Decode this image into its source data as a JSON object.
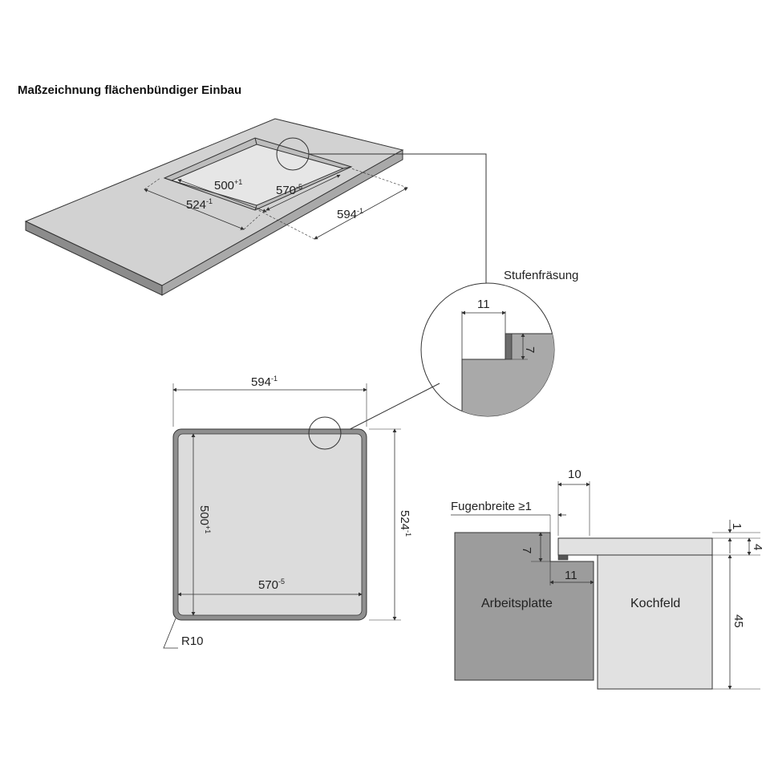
{
  "title": "Maßzeichnung flächenbündiger Einbau",
  "perspective": {
    "dim_500": {
      "base": "500",
      "sup": "+1"
    },
    "dim_570": {
      "base": "570",
      "sup": "-5"
    },
    "dim_524": {
      "base": "524",
      "sup": "-1"
    },
    "dim_594": {
      "base": "594",
      "sup": "-1"
    }
  },
  "detail": {
    "label": "Stufenfräsung",
    "dim_width": "11",
    "dim_depth": "7"
  },
  "plan": {
    "dim_top": {
      "base": "594",
      "sup": "-1"
    },
    "dim_right": {
      "base": "524",
      "sup": "-1"
    },
    "dim_inner_height": {
      "base": "500",
      "sup": "+1"
    },
    "dim_inner_width": {
      "base": "570",
      "sup": "-5"
    },
    "radius": "R10"
  },
  "section": {
    "gap_label": "Fugenbreite ≥1",
    "dim_top": "10",
    "dim_step_depth": "7",
    "dim_step_width": "11",
    "dim_1": "1",
    "dim_4": "4",
    "dim_45": "45",
    "worktop": "Arbeitsplatte",
    "hob": "Kochfeld"
  },
  "colors": {
    "worktop_top": "#d2d2d2",
    "worktop_front": "#8c8c8c",
    "worktop_side": "#a9a9a9",
    "hob_light": "#e1e1e1",
    "worktop_section": "#9c9c9c",
    "line": "#333333"
  }
}
